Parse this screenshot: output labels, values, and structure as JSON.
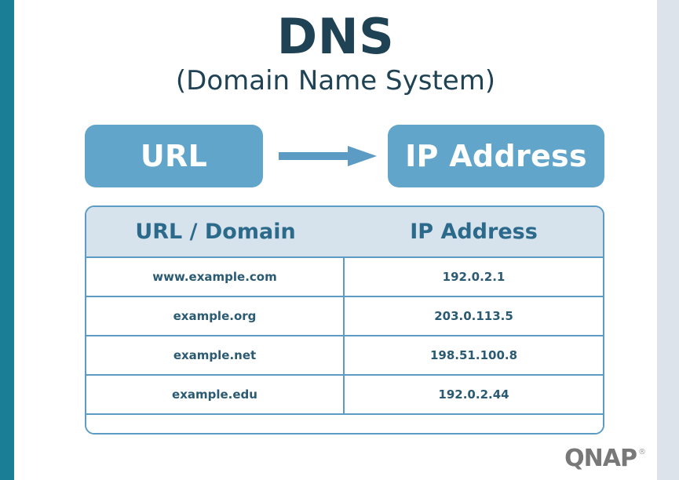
{
  "slide": {
    "title": "DNS",
    "subtitle": "(Domain Name System)"
  },
  "flow": {
    "source_label": "URL",
    "target_label": "IP Address",
    "arrow_icon": "arrow-right-icon"
  },
  "table": {
    "columns": [
      "URL / Domain",
      "IP Address"
    ],
    "rows": [
      {
        "domain": "www.example.com",
        "ip": "192.0.2.1"
      },
      {
        "domain": "example.org",
        "ip": "203.0.113.5"
      },
      {
        "domain": "example.net",
        "ip": "198.51.100.8"
      },
      {
        "domain": "example.edu",
        "ip": "192.0.2.44"
      }
    ]
  },
  "brand": {
    "wordmark": "QNAP",
    "trademark": "®"
  },
  "colors": {
    "accent_bar": "#1a7f96",
    "right_strip": "#dde3ea",
    "title_text": "#1f4354",
    "pill_fill": "#62a5cb",
    "pill_text": "#ffffff",
    "table_border": "#5b9bc4",
    "table_header_bg": "#d6e2ec",
    "table_header_text": "#2b6a8a",
    "table_cell_text": "#2b5a73",
    "arrow": "#5b9bc4",
    "brand_gray": "#787878",
    "background": "#ffffff"
  }
}
